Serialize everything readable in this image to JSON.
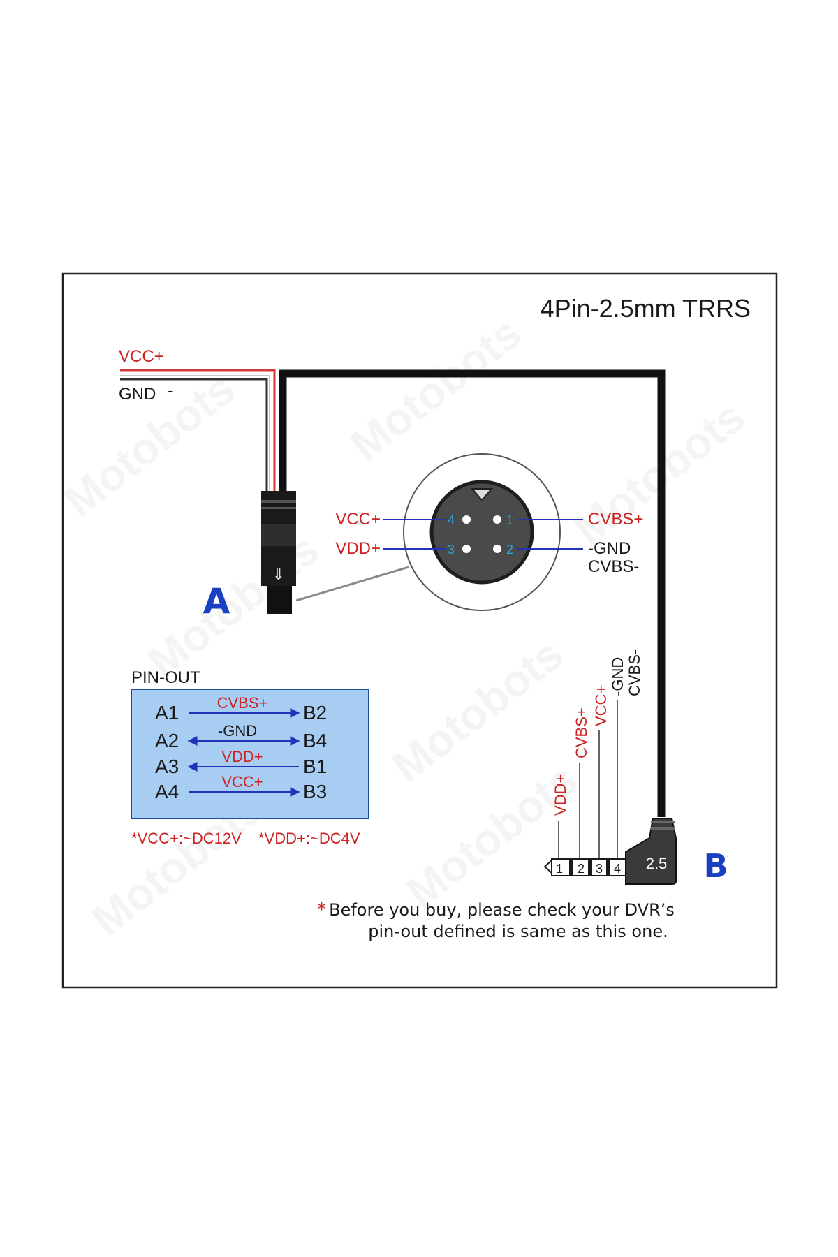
{
  "title": "4Pin-2.5mm TRRS",
  "watermark": "Motobots",
  "wires": {
    "vcc": "VCC+",
    "gnd": "GND",
    "gnd_sign": "-"
  },
  "connector_a": {
    "label": "A",
    "arrow": "⇓"
  },
  "connector_b": {
    "label": "B",
    "size": "2.5"
  },
  "socket": {
    "left_labels": [
      "VCC+",
      "VDD+"
    ],
    "right_labels": [
      "CVBS+",
      "-GND",
      "CVBS-"
    ],
    "pin_numbers": [
      "4",
      "1",
      "3",
      "2"
    ]
  },
  "trrs": {
    "ring_numbers": [
      "1",
      "2",
      "3",
      "4"
    ],
    "vertical_labels": [
      "VDD+",
      "CVBS+",
      "VCC+",
      "-GND",
      "CVBS-"
    ]
  },
  "pinout": {
    "heading": "PIN-OUT",
    "rows": [
      {
        "from": "A1",
        "signal": "CVBS+",
        "to": "B2",
        "direction": "right"
      },
      {
        "from": "A2",
        "signal": "-GND",
        "to": "B4",
        "direction": "both"
      },
      {
        "from": "A3",
        "signal": "VDD+",
        "to": "B1",
        "direction": "left"
      },
      {
        "from": "A4",
        "signal": "VCC+",
        "to": "B3",
        "direction": "right"
      }
    ],
    "footnote_vcc": "*VCC+:~DC12V",
    "footnote_vdd": "*VDD+:~DC4V"
  },
  "note": {
    "star": "*",
    "line1": "Before you buy, please check your DVR’s",
    "line2": "pin-out defined is same as this one."
  },
  "colors": {
    "frame": "#222222",
    "cable": "#111111",
    "red_wire": "#d43a3a",
    "signal_red": "#cc2222",
    "signal_blue": "#2233bb",
    "pin_cyan": "#2aa8e0",
    "table_fill": "#a8cdf2",
    "table_border": "#1f4e99",
    "letter_blue": "#1a3fc0",
    "socket_face": "#4a4a4a",
    "text": "#1a1a1a"
  }
}
